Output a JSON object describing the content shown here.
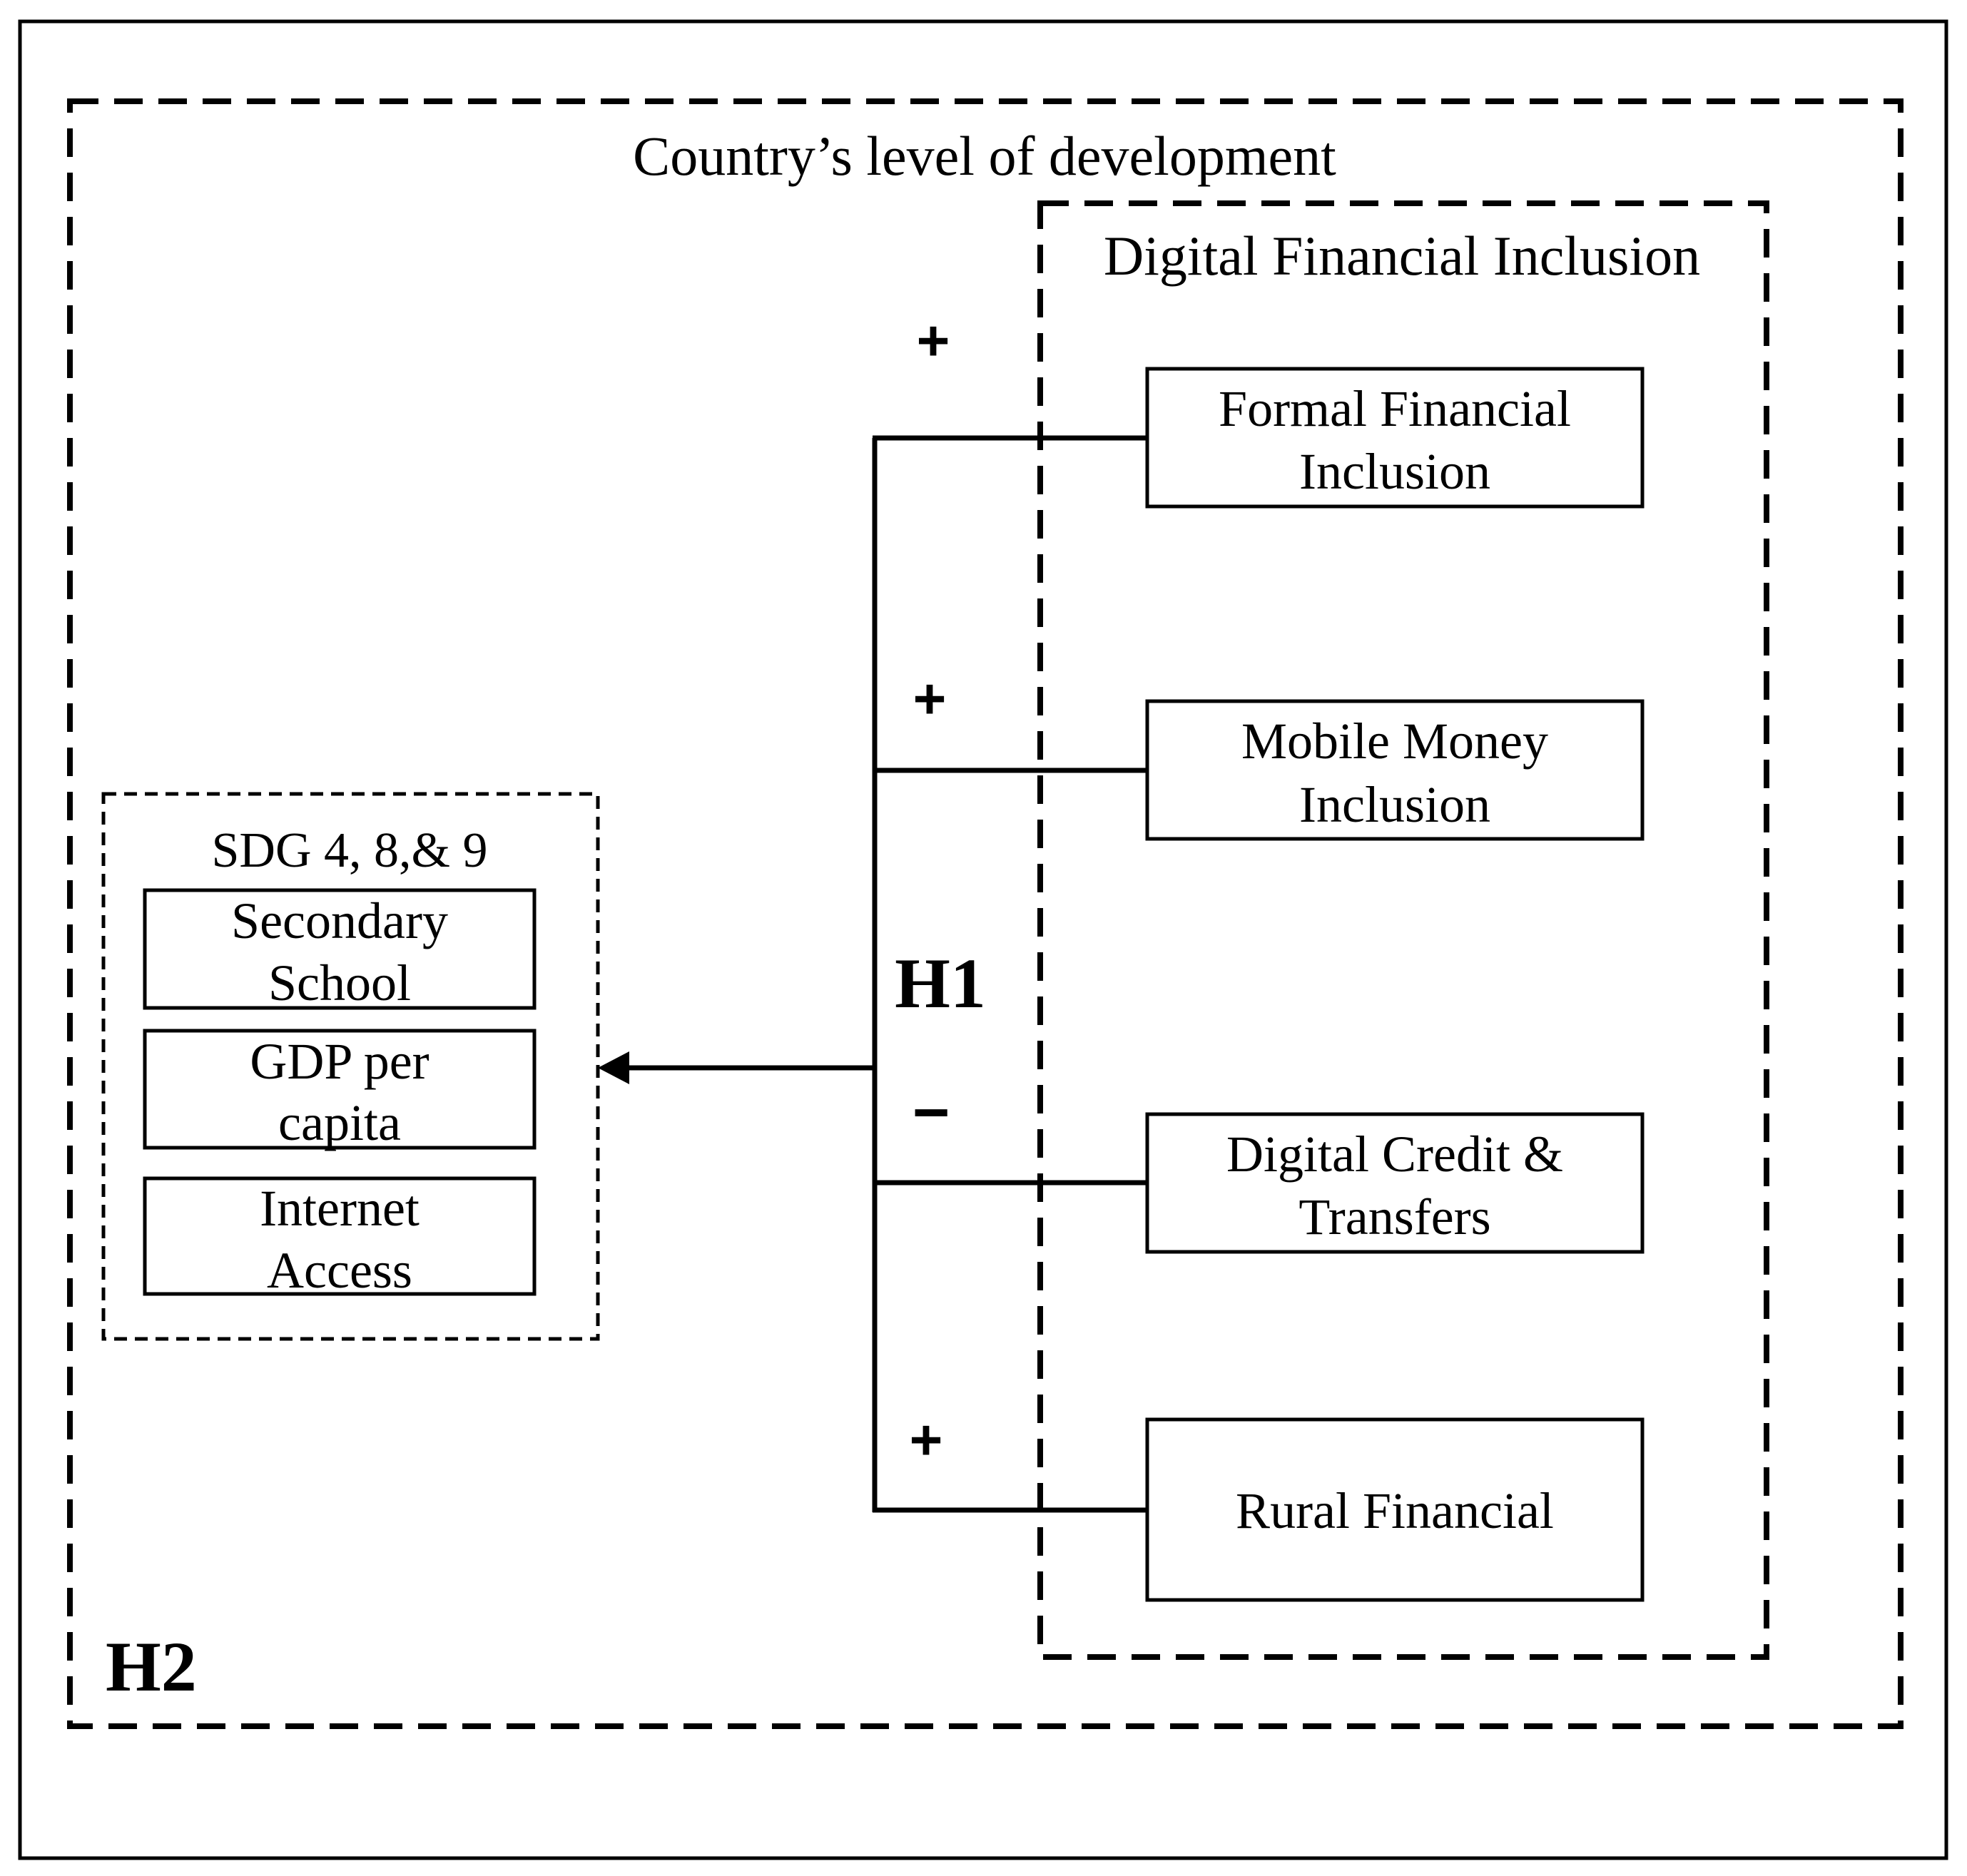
{
  "outer_region": {
    "label": "Country’s level of development",
    "hypothesis": "H2"
  },
  "dfi_region": {
    "label": "Digital Financial Inclusion"
  },
  "sdg_region": {
    "label": "SDG 4, 8,& 9",
    "items": [
      {
        "line1": "Secondary",
        "line2": "School"
      },
      {
        "line1": "GDP per",
        "line2": "capita"
      },
      {
        "line1": "Internet",
        "line2": "Access"
      }
    ]
  },
  "dfi_items": [
    {
      "line1": "Formal Financial",
      "line2": "Inclusion",
      "sign": "+"
    },
    {
      "line1": "Mobile Money",
      "line2": "Inclusion",
      "sign": "+"
    },
    {
      "line1": "Digital Credit &",
      "line2": "Transfers",
      "sign": "−"
    },
    {
      "line1": "Rural Financial",
      "line2": "",
      "sign": "+"
    }
  ],
  "h1_label": "H1"
}
